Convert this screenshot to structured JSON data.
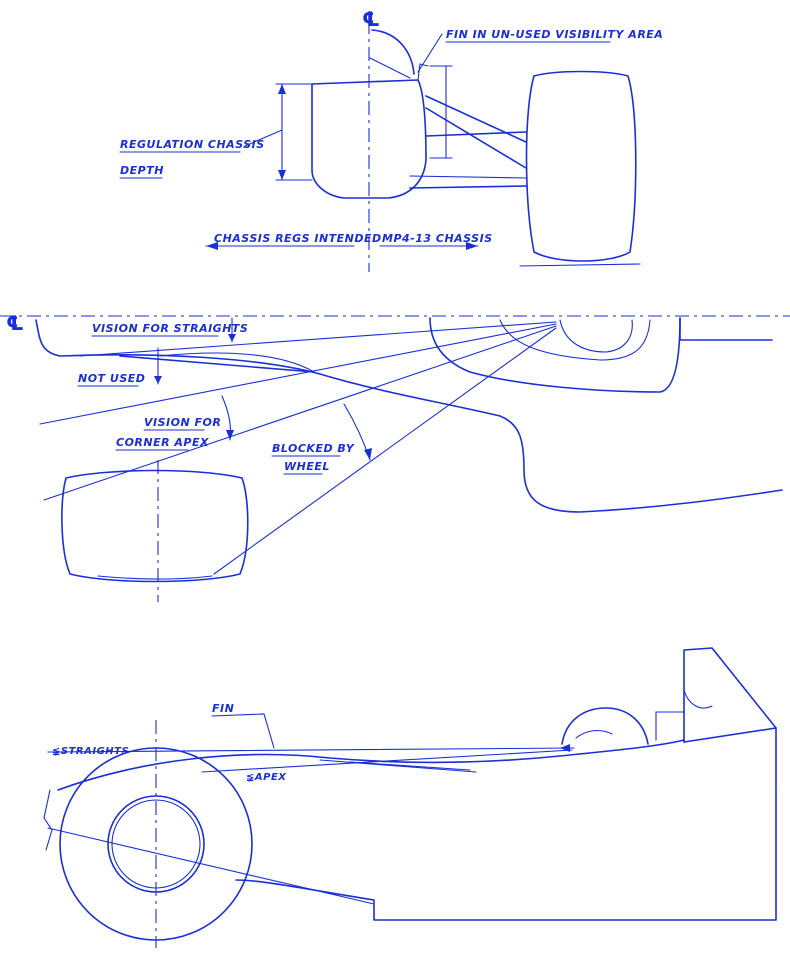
{
  "colors": {
    "ink": "#1a2fd6",
    "paper": "#ffffff"
  },
  "front_view": {
    "centerline_symbol": "℄",
    "fin_label": "FIN IN UN-USED VISIBILITY AREA",
    "chassis_depth_label_line1": "REGULATION CHASSIS",
    "chassis_depth_label_line2": "DEPTH",
    "chassis_regs_label": "CHASSIS REGS INTENDED",
    "mp4_label": "MP4-13 CHASSIS"
  },
  "top_view": {
    "centerline_symbol": "℄",
    "vision_straights_label": "VISION FOR STRAIGHTS",
    "not_used_label": "NOT USED",
    "vision_corner_line1": "VISION FOR",
    "vision_corner_line2": "CORNER APEX",
    "blocked_line1": "BLOCKED BY",
    "blocked_line2": "WHEEL"
  },
  "side_view": {
    "fin_label": "FIN",
    "straights_label": "≨STRAIGHTS",
    "apex_label": "≨APEX"
  }
}
